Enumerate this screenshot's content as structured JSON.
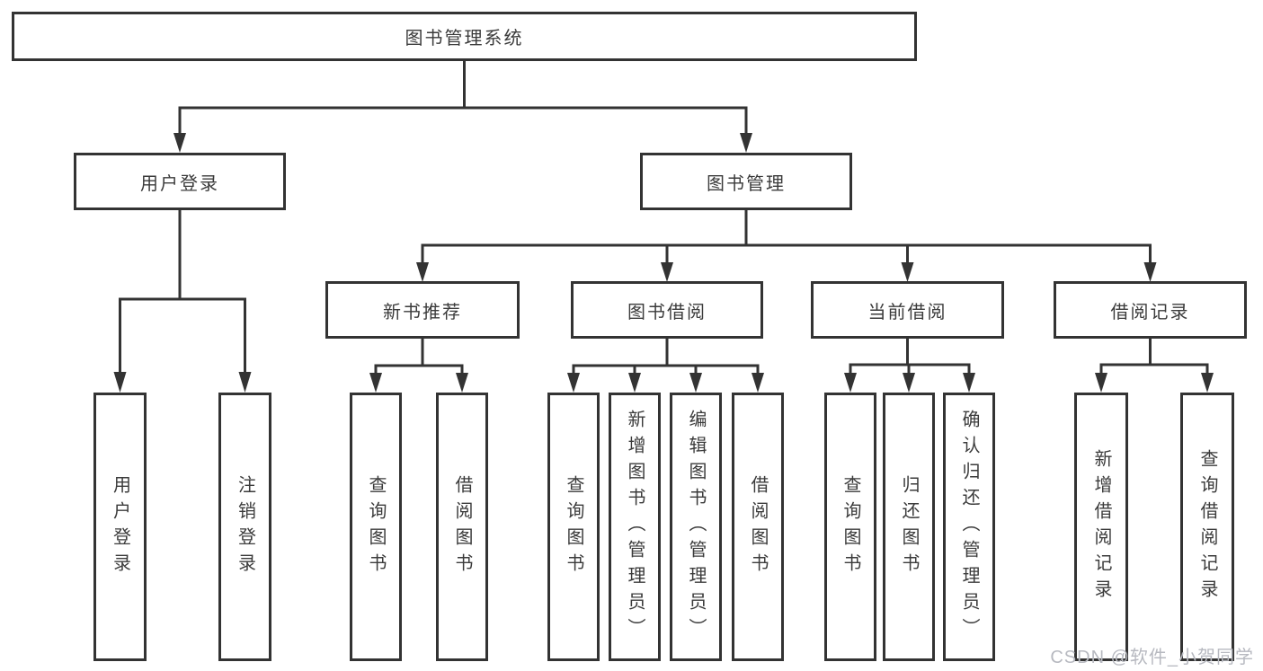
{
  "diagram": {
    "root": {
      "label": "图书管理系统"
    },
    "level2": [
      {
        "label": "用户登录"
      },
      {
        "label": "图书管理"
      }
    ],
    "level3": [
      {
        "label": "新书推荐"
      },
      {
        "label": "图书借阅"
      },
      {
        "label": "当前借阅"
      },
      {
        "label": "借阅记录"
      }
    ],
    "leaves": [
      {
        "label": "用户登录"
      },
      {
        "label": "注销登录"
      },
      {
        "label": "查询图书"
      },
      {
        "label": "借阅图书"
      },
      {
        "label": "查询图书"
      },
      {
        "label": "新增图书（管理员）"
      },
      {
        "label": "编辑图书（管理员）"
      },
      {
        "label": "借阅图书"
      },
      {
        "label": "查询图书"
      },
      {
        "label": "归还图书"
      },
      {
        "label": "确认归还（管理员）"
      },
      {
        "label": "新增借阅记录"
      },
      {
        "label": "查询借阅记录"
      }
    ],
    "watermark": "CSDN @软件_小贺同学",
    "colors": {
      "line": "#333333",
      "text": "#3b3b3b",
      "watermark": "#b7b9c0",
      "background": "#ffffff"
    }
  }
}
